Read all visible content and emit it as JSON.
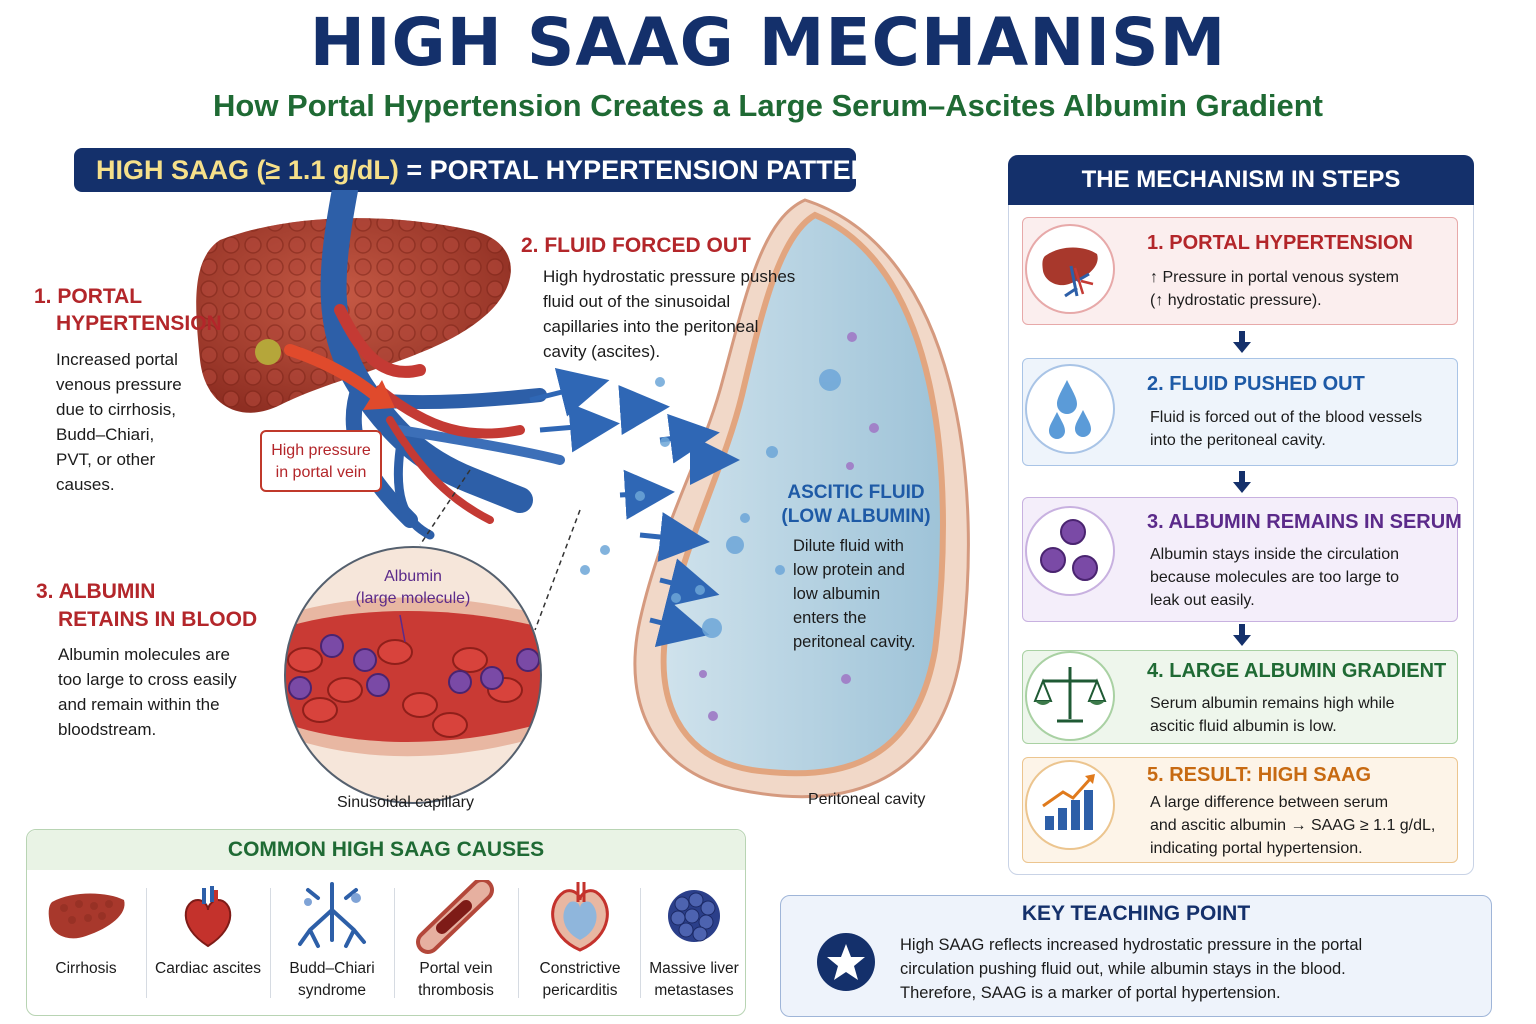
{
  "header": {
    "title": "HIGH SAAG MECHANISM",
    "subtitle": "How Portal Hypertension Creates a Large Serum–Ascites Albumin Gradient"
  },
  "banner": {
    "highlight": "HIGH SAAG (≥ 1.1 g/dL)",
    "rest": " = PORTAL HYPERTENSION PATTERN"
  },
  "diagram": {
    "portal": {
      "title_line1": "1. PORTAL",
      "title_line2": "HYPERTENSION",
      "body": [
        "Increased portal",
        "venous pressure",
        "due to cirrhosis,",
        "Budd–Chiari,",
        "PVT, or other",
        "causes."
      ]
    },
    "pressure_box": [
      "High pressure",
      "in portal vein"
    ],
    "fluid": {
      "title": "2. FLUID FORCED OUT",
      "body": [
        "High hydrostatic pressure pushes",
        "fluid out of the sinusoidal",
        "capillaries into the peritoneal",
        "cavity (ascites)."
      ]
    },
    "albumin": {
      "title_line1": "3. ALBUMIN",
      "title_line2": "RETAINS IN BLOOD",
      "body": [
        "Albumin molecules are",
        "too large to cross easily",
        "and remain within the",
        "bloodstream."
      ]
    },
    "albumin_label": [
      "Albumin",
      "(large molecule)"
    ],
    "ascitic": {
      "title_line1": "ASCITIC FLUID",
      "title_line2": "(LOW ALBUMIN)",
      "body": [
        "Dilute fluid with",
        "low protein and",
        "low albumin",
        "enters the",
        "peritoneal cavity."
      ]
    },
    "sinusoidal_label": "Sinusoidal capillary",
    "peritoneal_label": "Peritoneal cavity"
  },
  "steps": {
    "header": "THE MECHANISM IN STEPS",
    "items": [
      {
        "title": "1. PORTAL HYPERTENSION",
        "body": [
          "↑ Pressure in portal venous system",
          "(↑ hydrostatic pressure)."
        ],
        "color": "#b3262a",
        "bg": "#fbeeee",
        "border": "#e7a9a9",
        "icon": "liver-icon"
      },
      {
        "title": "2. FLUID PUSHED OUT",
        "body": [
          "Fluid is forced out of the blood vessels",
          "into the peritoneal cavity."
        ],
        "color": "#1e5aa6",
        "bg": "#eef4fb",
        "border": "#a9c4e6",
        "icon": "droplets-icon"
      },
      {
        "title": "3. ALBUMIN REMAINS IN SERUM",
        "body": [
          "Albumin stays inside the circulation",
          "because molecules are too large to",
          "leak out easily."
        ],
        "color": "#5b2a8a",
        "bg": "#f4eefa",
        "border": "#c8b1e0",
        "icon": "albumin-molecules-icon"
      },
      {
        "title": "4. LARGE ALBUMIN GRADIENT",
        "body": [
          "Serum albumin remains high while",
          "ascitic fluid albumin is low."
        ],
        "color": "#1f6a34",
        "bg": "#eef6ec",
        "border": "#a9d1a3",
        "icon": "balance-scale-icon"
      },
      {
        "title": "5. RESULT: HIGH SAAG",
        "body": [
          "A large difference between serum",
          "and ascitic albumin → SAAG ≥ 1.1 g/dL,",
          "indicating portal hypertension."
        ],
        "color": "#c76a12",
        "bg": "#fdf4e8",
        "border": "#ecc58f",
        "icon": "bar-chart-up-icon"
      }
    ]
  },
  "causes": {
    "header": "COMMON HIGH SAAG CAUSES",
    "items": [
      {
        "label": [
          "Cirrhosis"
        ],
        "icon": "cirrhotic-liver-icon"
      },
      {
        "label": [
          "Cardiac ascites"
        ],
        "icon": "heart-icon"
      },
      {
        "label": [
          "Budd–Chiari",
          "syndrome"
        ],
        "icon": "hepatic-veins-icon"
      },
      {
        "label": [
          "Portal vein",
          "thrombosis"
        ],
        "icon": "vein-thrombus-icon"
      },
      {
        "label": [
          "Constrictive",
          "pericarditis"
        ],
        "icon": "pericardium-icon"
      },
      {
        "label": [
          "Massive liver",
          "metastases"
        ],
        "icon": "tumor-mass-icon"
      }
    ]
  },
  "key": {
    "title": "KEY TEACHING POINT",
    "body": [
      "High SAAG reflects increased hydrostatic pressure in the portal",
      "circulation pushing fluid out, while albumin stays in the blood.",
      "Therefore, SAAG is a marker of portal hypertension."
    ]
  }
}
